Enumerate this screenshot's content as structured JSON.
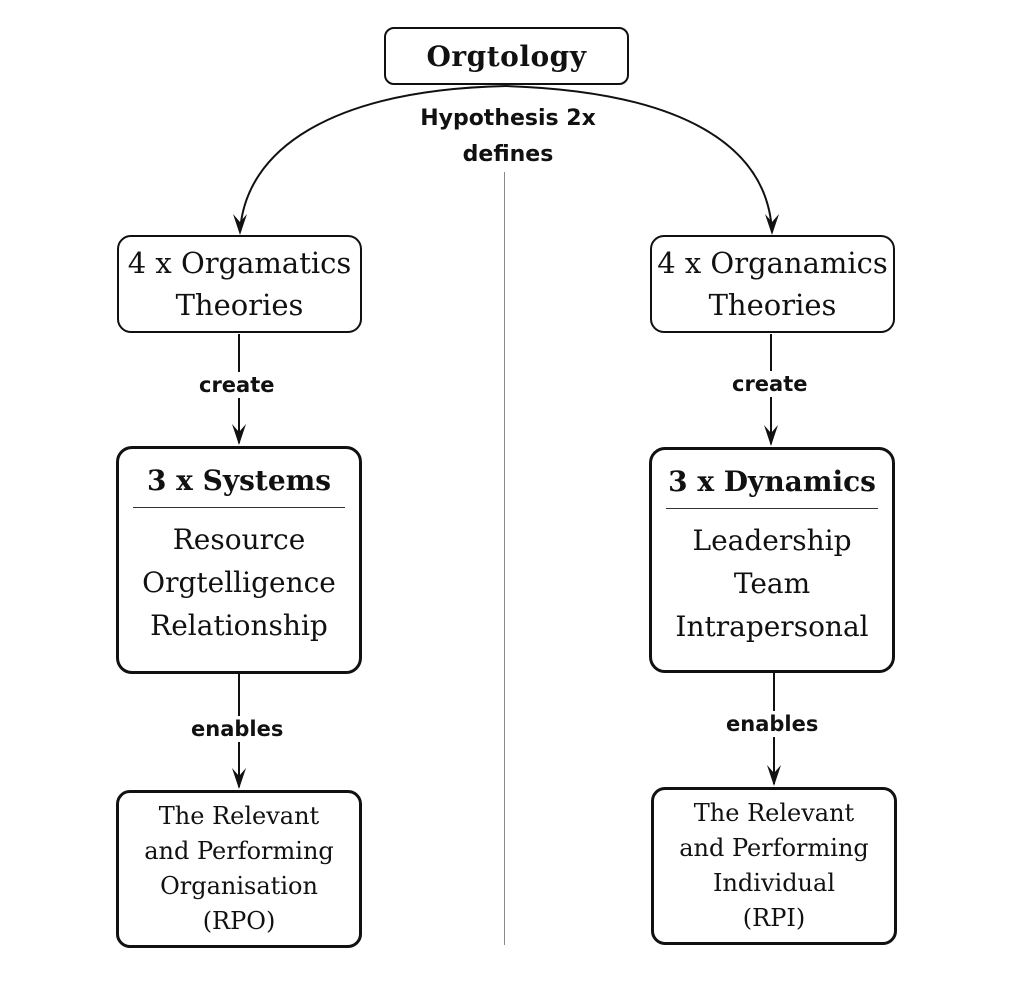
{
  "root": {
    "label": "Orgtology"
  },
  "root_relation": {
    "lines": [
      "Hypothesis 2x",
      "defines"
    ]
  },
  "left": {
    "theory": {
      "lines": [
        "4 x Orgamatics",
        "Theories"
      ]
    },
    "relation1": "create",
    "group": {
      "heading": "3 x Systems",
      "items": [
        "Resource",
        "Orgtelligence",
        "Relationship"
      ]
    },
    "relation2": "enables",
    "outcome": {
      "lines": [
        "The Relevant",
        "and Performing",
        "Organisation",
        "(RPO)"
      ]
    }
  },
  "right": {
    "theory": {
      "lines": [
        "4 x Organamics",
        "Theories"
      ]
    },
    "relation1": "create",
    "group": {
      "heading": "3 x Dynamics",
      "items": [
        "Leadership",
        "Team",
        "Intrapersonal"
      ]
    },
    "relation2": "enables",
    "outcome": {
      "lines": [
        "The Relevant",
        "and Performing",
        "Individual",
        "(RPI)"
      ]
    }
  },
  "colors": {
    "stroke": "#111111",
    "divider": "#8a8a8a",
    "background": "#ffffff"
  }
}
